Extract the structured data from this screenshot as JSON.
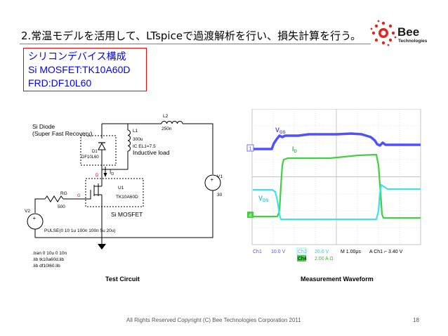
{
  "slide": {
    "title": "2.常温モデルを活用して、LTspiceで過渡解析を行い、損失計算を行う。",
    "page_number": "18",
    "footer": "All Rights Reserved Copyright (C) Bee Technologies Corporation 2011"
  },
  "logo": {
    "name": "Bee",
    "sub": "Technologies",
    "accent": "#e52420"
  },
  "config": {
    "heading": "シリコンデバイス構成",
    "mosfet": "Si MOSFET:TK10A60D",
    "frd": "FRD:DF10L60"
  },
  "circuit": {
    "diode_label": "Si Diode",
    "diode_sub": "(Super Fast Recovery)",
    "d1_ref": "D1",
    "d1_part": "DF10L60",
    "l2_ref": "L2",
    "l2_value": "250n",
    "l1_ref": "L1",
    "l1_value": "300u",
    "l1_ic": "IC EL1=7.5",
    "inductive_load": "Inductive load",
    "id_label": "I",
    "id_sub": "D",
    "u1_ref": "U1",
    "u1_part": "TK10A60D",
    "mosfet_label": "Si MOSFET",
    "rg_ref": "RG",
    "rg_value": "500",
    "gate_label": "G",
    "drain_label": "D",
    "v1_ref": "V1",
    "v1_value": "30",
    "v2_ref": "V2",
    "pulse": "PULSE(0 10 1u 100n 100n 5u 20u)",
    "directives": [
      ".tran 0 10u 0 10n",
      ".lib tk10a60d.lib",
      ".lib df10l60.lib"
    ]
  },
  "scope": {
    "vgs_label": "V",
    "vgs_sub": "GS",
    "id_label": "I",
    "id_sub": "D",
    "vds_label": "V",
    "vds_sub": "DS",
    "marker1": "1",
    "marker4": "4",
    "ch1": "Ch1",
    "ch1_scale": "10.0 V",
    "ch2": "Ch2",
    "ch2_scale": "20.0 V",
    "ch4": "Ch4",
    "ch4_scale": "2.00 A Ω",
    "timebase": "M 1.00μs",
    "trigger": "A  Ch1  ⌐  3.40 V",
    "colors": {
      "vgs": "#5050ff",
      "id": "#40d040",
      "vds": "#40e0f0"
    }
  },
  "captions": {
    "test": "Test Circuit",
    "measurement": "Measurement Waveform"
  }
}
